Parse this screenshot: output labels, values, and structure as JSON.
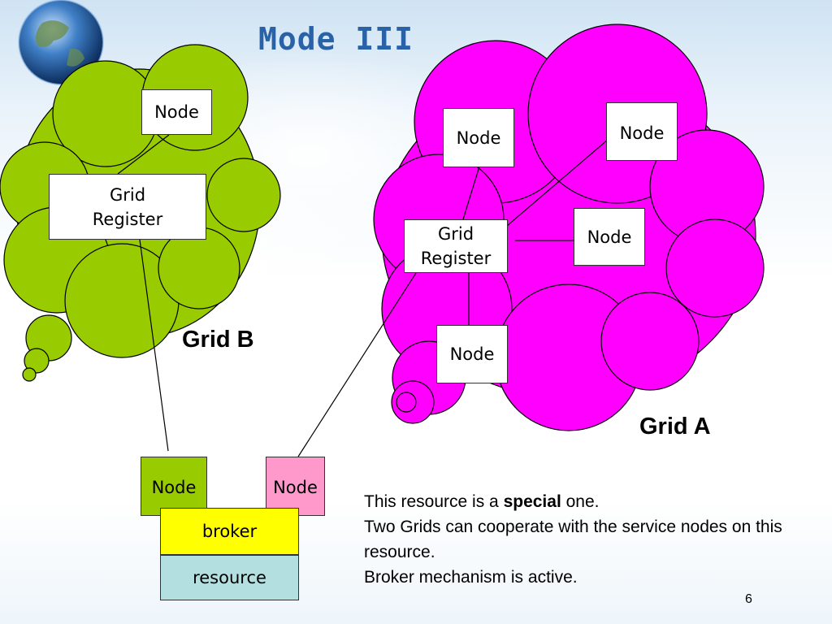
{
  "title": "Mode III",
  "grid_b": {
    "label": "Grid B",
    "node": "Node",
    "register_line1": "Grid",
    "register_line2": "Register"
  },
  "grid_a": {
    "label": "Grid A",
    "node_top_left": "Node",
    "node_top_right": "Node",
    "node_right": "Node",
    "node_bottom": "Node",
    "register_line1": "Grid",
    "register_line2": "Register"
  },
  "resource": {
    "node_left": "Node",
    "node_right": "Node",
    "broker": "broker",
    "resource": "resource"
  },
  "note": {
    "line1_prefix": "This resource is a ",
    "line1_bold": "special",
    "line1_suffix": " one.",
    "line2": "Two Grids can cooperate with the service nodes on this resource.",
    "line3": "Broker mechanism is active."
  },
  "page_number": "6",
  "colors": {
    "grid_b_cloud": "#99cc00",
    "grid_a_cloud": "#ff00ff",
    "node_green": "#99cc00",
    "node_pink": "#ff99cc",
    "broker_yellow": "#ffff00",
    "resource_cyan": "#b4dfe0",
    "title_blue": "#2a62a8"
  }
}
